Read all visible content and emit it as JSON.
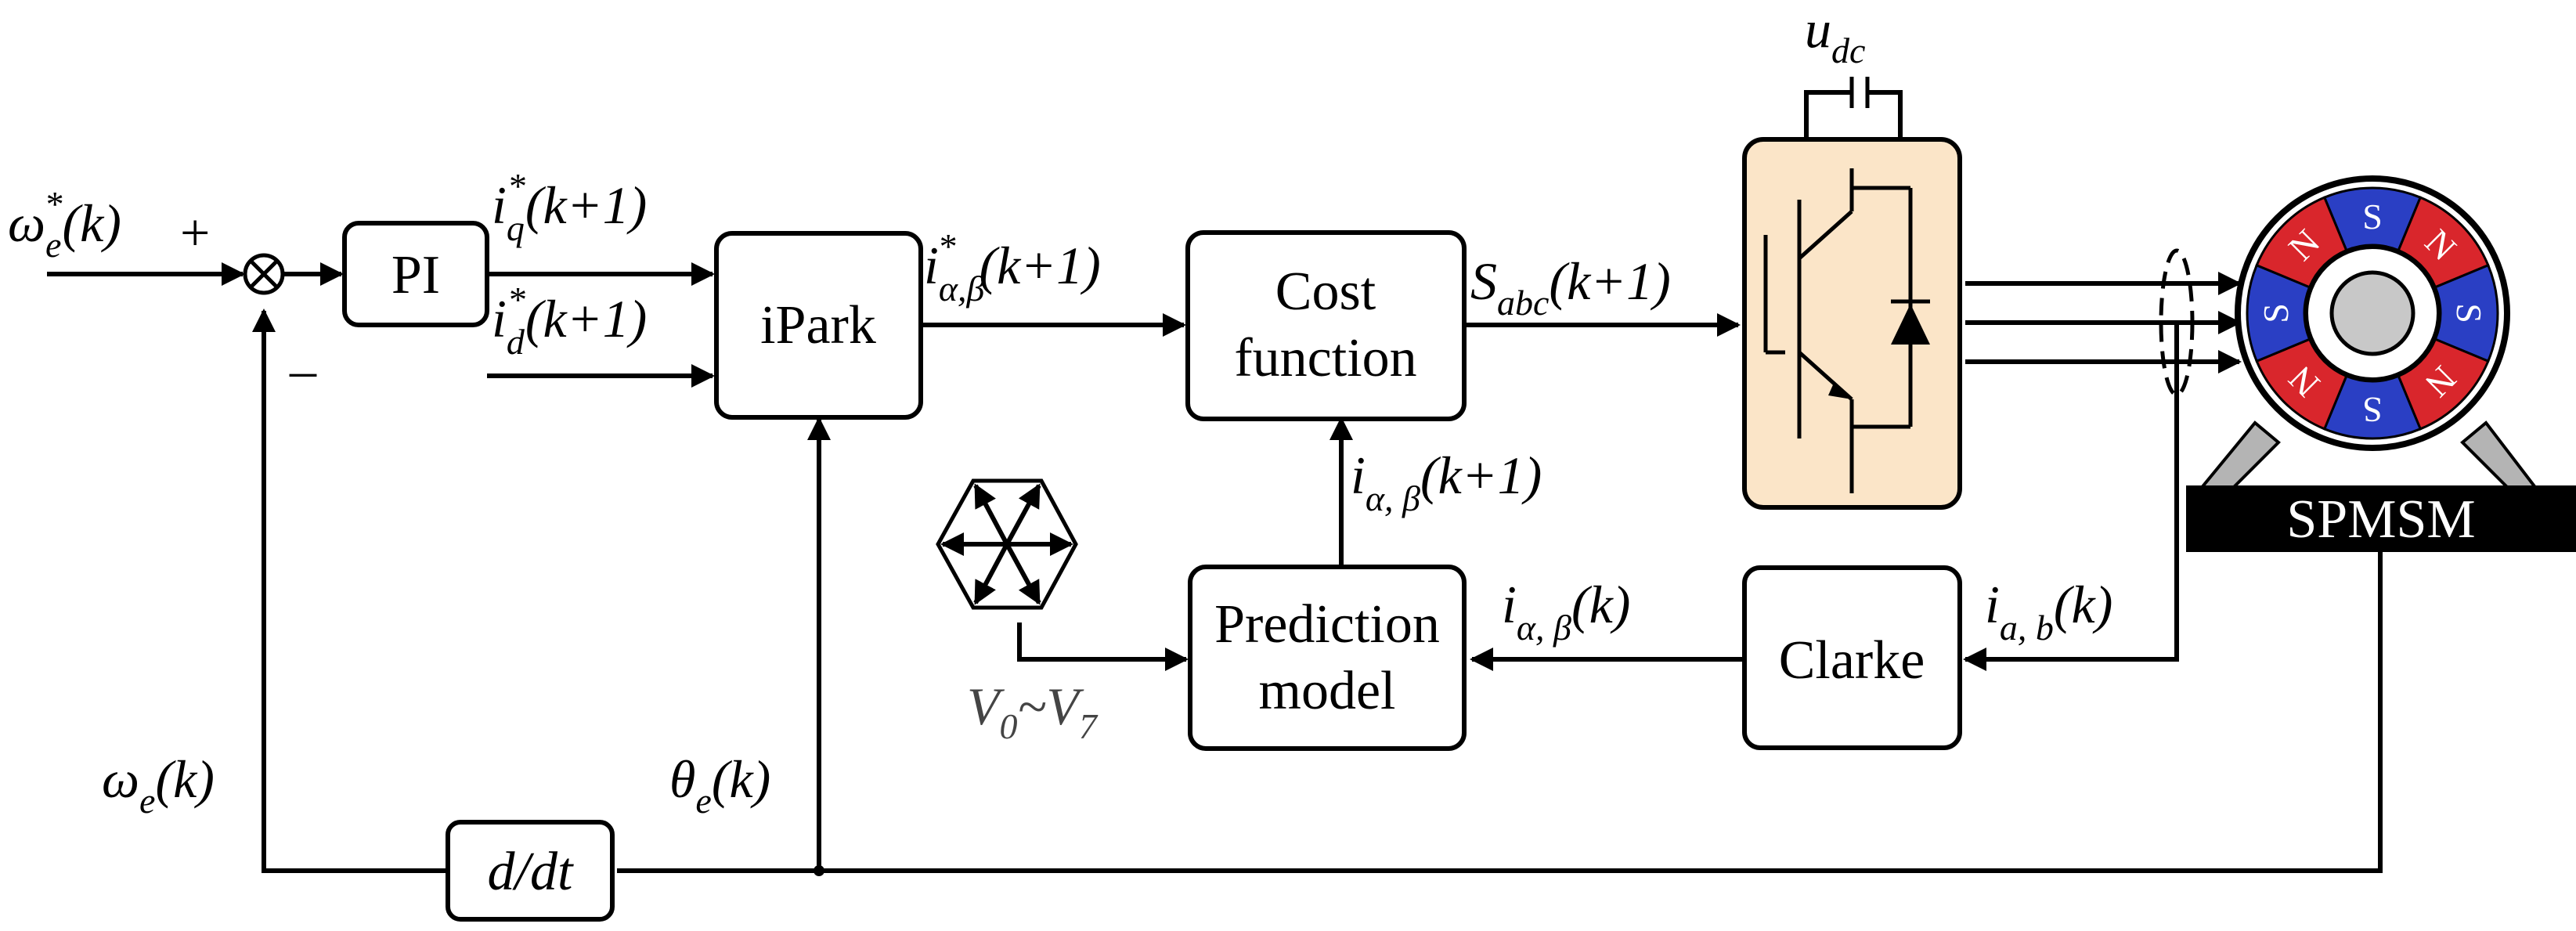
{
  "blocks": {
    "pi": "PI",
    "ipark": "iPark",
    "cost_line1": "Cost",
    "cost_line2": "function",
    "pred_line1": "Prediction",
    "pred_line2": "model",
    "clarke": "Clarke",
    "derivative": "d/dt",
    "motor": "SPMSM"
  },
  "summing_signs": {
    "plus": "+",
    "minus": "–"
  },
  "signals": {
    "speed_ref": {
      "sym": "ω",
      "sub": "e",
      "sup": "*",
      "arg": "(k)"
    },
    "iq_ref": {
      "sym": "i",
      "sub": "q",
      "sup": "*",
      "arg": "(k+1)"
    },
    "id_ref": {
      "sym": "i",
      "sub": "d",
      "sup": "*",
      "arg": "(k+1)"
    },
    "ialphabeta_ref": {
      "sym": "i",
      "sub": "α,β",
      "sup": "*",
      "arg": "(k+1)"
    },
    "switch_state": {
      "sym": "S",
      "sub": "abc",
      "arg": "(k+1)"
    },
    "ialphabeta_pred": {
      "sym": "i",
      "sub": "α, β",
      "arg": "(k+1)"
    },
    "ialphabeta_meas": {
      "sym": "i",
      "sub": "α, β",
      "arg": "(k)"
    },
    "iab_meas": {
      "sym": "i",
      "sub": "a, b",
      "arg": "(k)"
    },
    "dc_voltage": {
      "sym": "u",
      "sub": "dc"
    },
    "speed_fb": {
      "sym": "ω",
      "sub": "e",
      "arg": "(k)"
    },
    "theta": {
      "sym": "θ",
      "sub": "e",
      "arg": "(k)"
    },
    "vectors": {
      "v0": "V",
      "v0_sub": "0",
      "tilde": "~",
      "v7": "V",
      "v7_sub": "7"
    }
  },
  "motor_poles": [
    "S",
    "N",
    "S",
    "N",
    "S",
    "N",
    "S",
    "N"
  ],
  "colors": {
    "inverter_fill": "#fbe5c8",
    "pole_red": "#d9262c",
    "pole_blue": "#2a3fc4",
    "rotor_gray": "#c8c8c8",
    "mount_gray": "#b4b4b4",
    "base_black": "#000000"
  }
}
